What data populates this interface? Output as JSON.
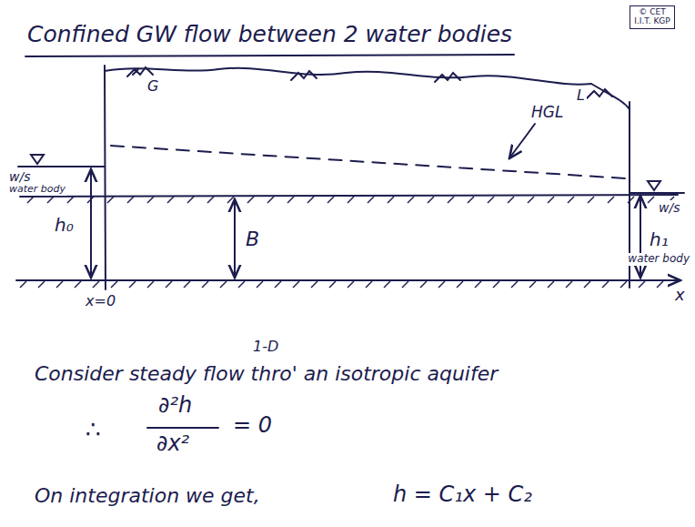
{
  "diagram": {
    "title": "Confined GW flow between 2 water bodies",
    "nodes": [
      {
        "text": [
          "© CET I.I.T. KGP"
        ]
      }
    ],
    "edges": [],
    "labels": [
      "G",
      "L",
      "HGL",
      "w/s",
      "water body",
      "h₀",
      "B",
      "w/s",
      "h₁",
      "water body",
      "x=0",
      "x",
      "1-D",
      "Consider steady flow thro' an isotropic aquifer",
      "∴",
      "∂²h",
      "∂x²",
      "= 0",
      "On integration we get,",
      "h = C₁x + C₂"
    ]
  }
}
